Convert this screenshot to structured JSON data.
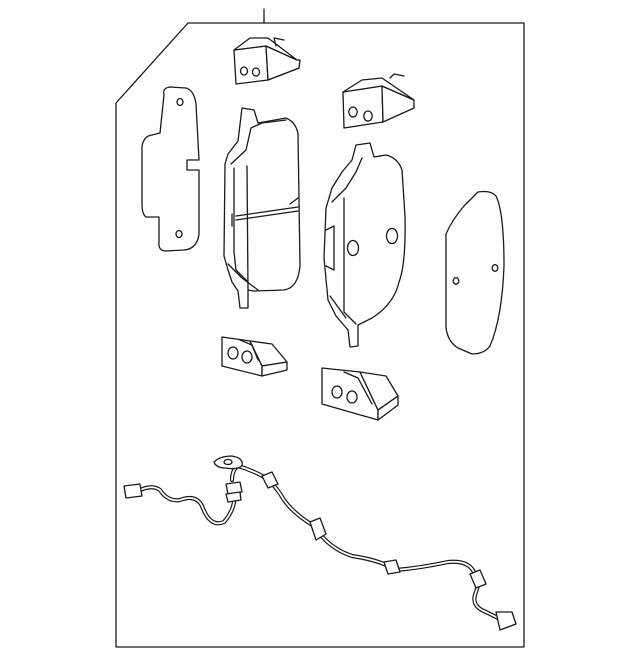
{
  "diagram": {
    "kind": "exploded parts diagram",
    "line_color": "#1a1a1a",
    "background": "#ffffff",
    "parts": [
      {
        "name": "kit-outline"
      },
      {
        "name": "shim-left"
      },
      {
        "name": "brake-pad-inner"
      },
      {
        "name": "brake-pad-outer"
      },
      {
        "name": "shim-right"
      },
      {
        "name": "clip-top-left"
      },
      {
        "name": "clip-top-right"
      },
      {
        "name": "clip-bottom-left"
      },
      {
        "name": "clip-bottom-right"
      },
      {
        "name": "wear-sensor-wire"
      }
    ]
  }
}
